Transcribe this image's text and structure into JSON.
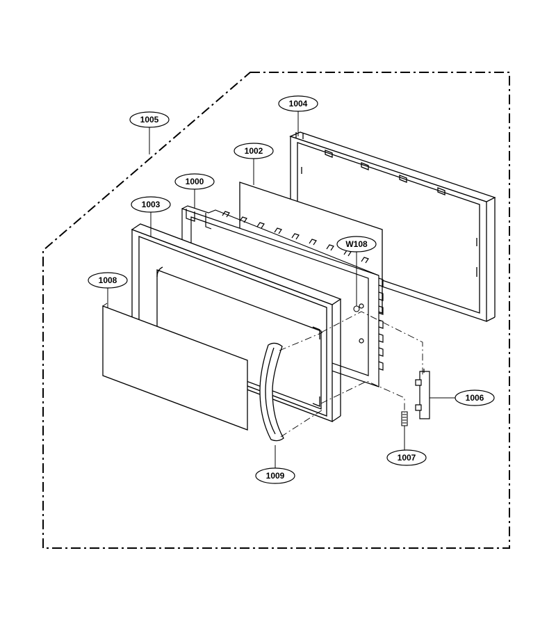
{
  "callouts": [
    {
      "id": "1000",
      "label": "1000"
    },
    {
      "id": "1002",
      "label": "1002"
    },
    {
      "id": "1003",
      "label": "1003"
    },
    {
      "id": "1004",
      "label": "1004"
    },
    {
      "id": "1005",
      "label": "1005"
    },
    {
      "id": "1006",
      "label": "1006"
    },
    {
      "id": "1007",
      "label": "1007"
    },
    {
      "id": "1008",
      "label": "1008"
    },
    {
      "id": "1009",
      "label": "1009"
    },
    {
      "id": "W108",
      "label": "W108"
    }
  ],
  "colors": {
    "line": "#000000",
    "background": "#ffffff"
  }
}
